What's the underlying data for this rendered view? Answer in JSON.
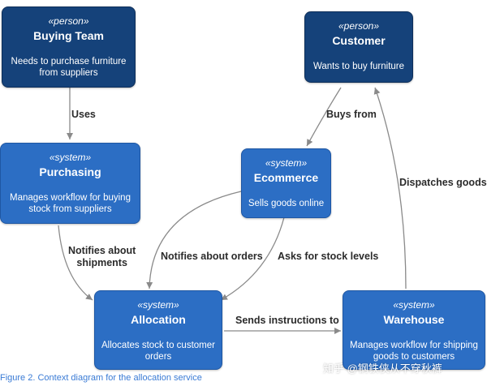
{
  "nodes": {
    "buying_team": {
      "stereotype": "«person»",
      "title": "Buying Team",
      "description": "Needs to purchase furniture from suppliers"
    },
    "customer": {
      "stereotype": "«person»",
      "title": "Customer",
      "description": "Wants to buy furniture"
    },
    "purchasing": {
      "stereotype": "«system»",
      "title": "Purchasing",
      "description": "Manages workflow for buying stock from suppliers"
    },
    "ecommerce": {
      "stereotype": "«system»",
      "title": "Ecommerce",
      "description": "Sells goods online"
    },
    "allocation": {
      "stereotype": "«system»",
      "title": "Allocation",
      "description": "Allocates stock to customer orders"
    },
    "warehouse": {
      "stereotype": "«system»",
      "title": "Warehouse",
      "description": "Manages workflow for shipping goods to customers"
    }
  },
  "edges": {
    "uses": "Uses",
    "buys_from": "Buys from",
    "dispatches_goods": "Dispatches goods to",
    "notifies_shipments_line1": "Notifies about",
    "notifies_shipments_line2": "shipments",
    "notifies_orders": "Notifies about orders",
    "asks_stock": "Asks for stock levels",
    "sends_instructions": "Sends instructions to"
  },
  "caption": "Figure 2. Context diagram for the allocation service",
  "watermark": "知乎 @钢铁侠从不穿秋裤",
  "colors": {
    "person": "#15427a",
    "system": "#2c6ec4",
    "edge": "#8a8a8a",
    "caption": "#3a7bd5"
  }
}
